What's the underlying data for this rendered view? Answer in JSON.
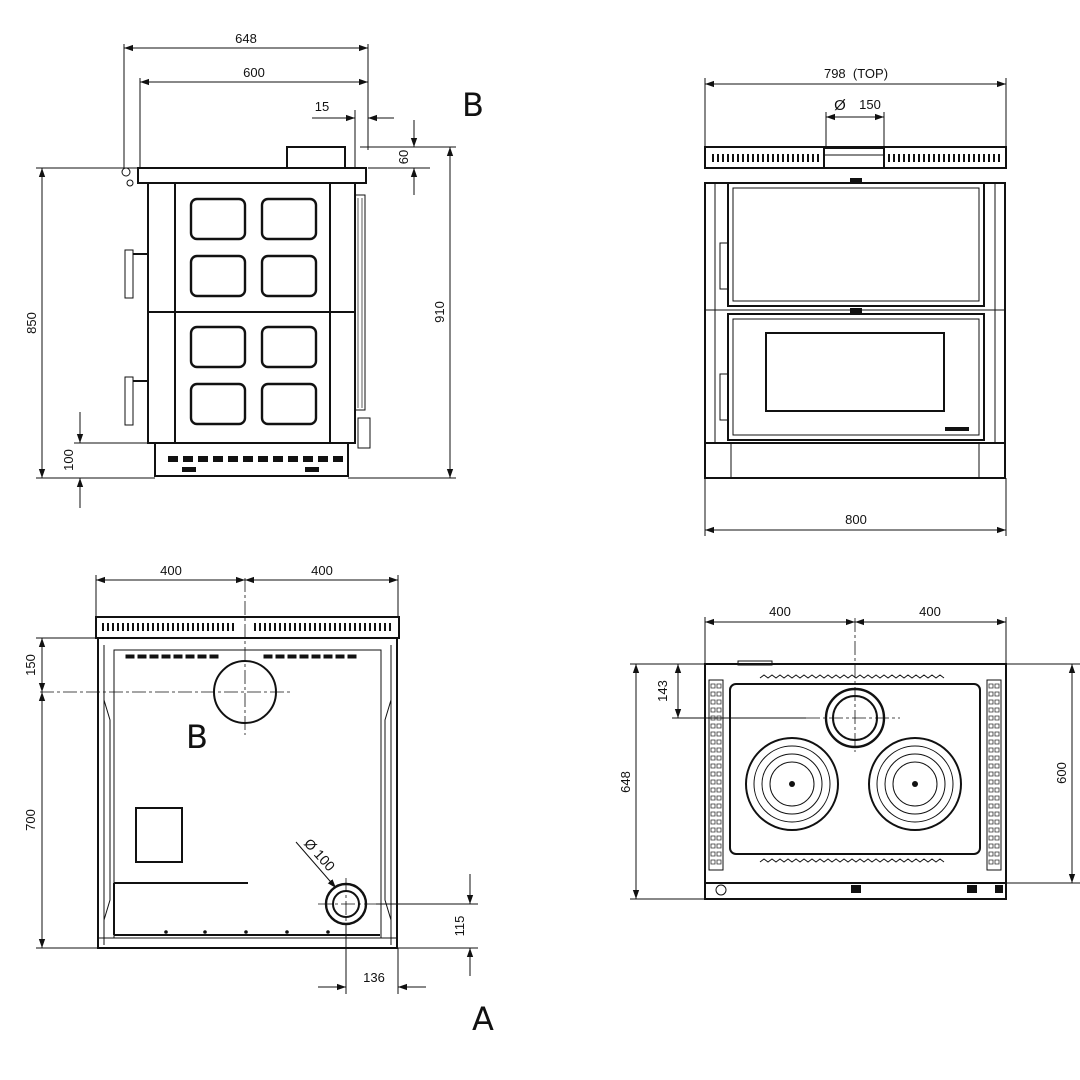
{
  "letters": {
    "b_side": "B",
    "b_rear": "B",
    "a_rear": "A"
  },
  "side_view": {
    "dim_overall_depth": "648",
    "dim_body_depth": "600",
    "dim_flue_offset": "15",
    "dim_flue_height": "60",
    "dim_body_height": "850",
    "dim_total_height": "910",
    "dim_plinth_height": "100"
  },
  "front_view": {
    "dim_top_width": "798  (TOP)",
    "dim_flue_diameter_symbol": "Ø",
    "dim_flue_diameter": "150",
    "dim_base_width": "800"
  },
  "rear_view": {
    "dim_left_half": "400",
    "dim_right_half": "400",
    "dim_flue_from_top": "150",
    "dim_flue_to_air_inlet": "700",
    "dim_air_inlet_height": "115",
    "dim_air_inlet_offset": "136",
    "air_inlet_diameter": "Ø 100"
  },
  "top_view": {
    "dim_left_half": "400",
    "dim_right_half": "400",
    "dim_flue_from_front": "143",
    "dim_depth_overall": "648",
    "dim_depth_body": "600"
  }
}
